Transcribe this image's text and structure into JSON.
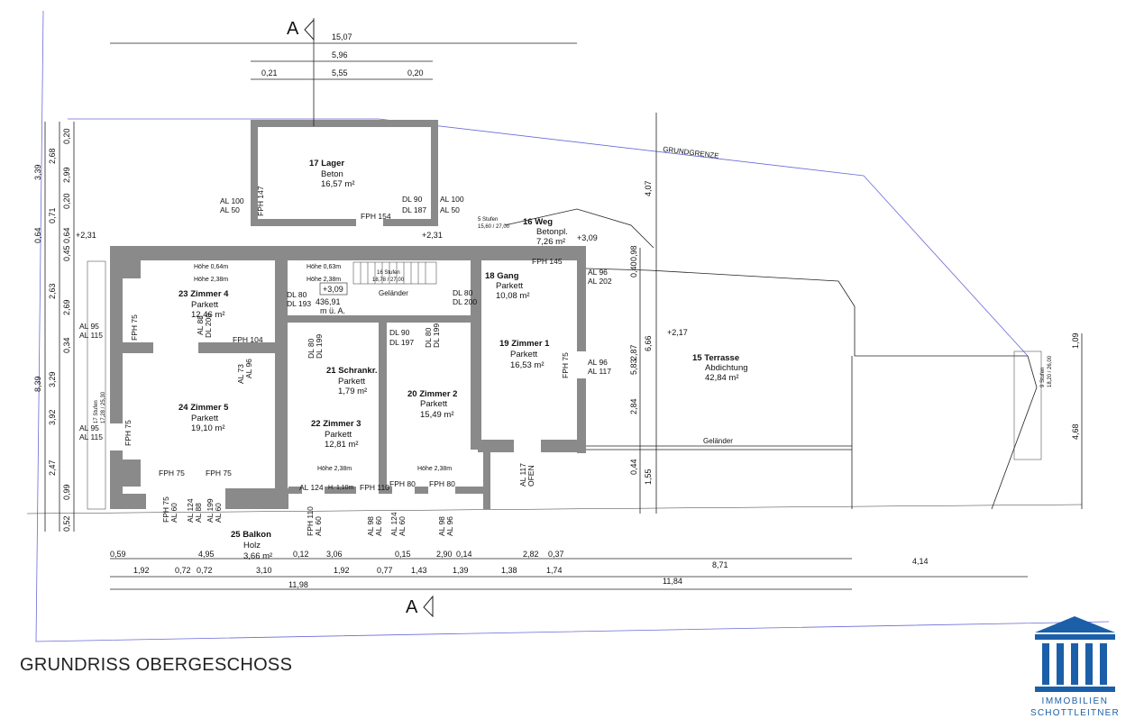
{
  "title": "GRUNDRISS OBERGESCHOSS",
  "logo": {
    "line1": "IMMOBILIEN",
    "line2": "SCHOTTLEITNER",
    "color": "#1b5fa8",
    "icon": "temple-columns-icon"
  },
  "section_marker": "A",
  "property_line_label": "GRUNDGRENZE",
  "railing_label": "Geländer",
  "rooms": [
    {
      "num": "17",
      "name": "Lager",
      "floor": "Beton",
      "area": "16,57 m²"
    },
    {
      "num": "16",
      "name": "Weg",
      "floor": "Betonpl.",
      "area": "7,26 m²"
    },
    {
      "num": "18",
      "name": "Gang",
      "floor": "Parkett",
      "area": "10,08 m²"
    },
    {
      "num": "23",
      "name": "Zimmer 4",
      "floor": "Parkett",
      "area": "12,46 m²"
    },
    {
      "num": "19",
      "name": "Zimmer 1",
      "floor": "Parkett",
      "area": "16,53 m²"
    },
    {
      "num": "15",
      "name": "Terrasse",
      "floor": "Abdichtung",
      "area": "42,84 m²"
    },
    {
      "num": "21",
      "name": "Schrankr.",
      "floor": "Parkett",
      "area": "1,79 m²"
    },
    {
      "num": "20",
      "name": "Zimmer 2",
      "floor": "Parkett",
      "area": "15,49 m²"
    },
    {
      "num": "24",
      "name": "Zimmer 5",
      "floor": "Parkett",
      "area": "19,10 m²"
    },
    {
      "num": "22",
      "name": "Zimmer 3",
      "floor": "Parkett",
      "area": "12,81 m²"
    },
    {
      "num": "25",
      "name": "Balkon",
      "floor": "Holz",
      "area": "3,66 m²"
    }
  ],
  "levels": [
    "+2,31",
    "+2,31",
    "+3,09",
    "+2,17",
    "+3,09"
  ],
  "level_note": [
    "436,91",
    "m ü. A."
  ],
  "stairs": [
    "16 Stufen",
    "18,78 / 27,00",
    "17 Stufen",
    "17,28 / 25,30",
    "5 Stufen",
    "15,60 / 27,00",
    "9 Stufen",
    "18,20 / 26,00"
  ],
  "heights": [
    "Höhe 0,64m",
    "Höhe 2,38m",
    "Höhe 0,63m",
    "Höhe 2,38m",
    "Höhe 2,38m",
    "Höhe 2,38m",
    "H. 1,10m"
  ],
  "openings": [
    "AL 100",
    "AL 50",
    "FPH 147",
    "FPH 154",
    "DL 90",
    "DL 187",
    "AL 100",
    "AL 50",
    "DL 80",
    "DL 193",
    "DL 80",
    "DL 200",
    "FPH 145",
    "AL 96",
    "AL 202",
    "AL 95",
    "AL 115",
    "FPH 75",
    "FPH 104",
    "AL 88",
    "DL 200",
    "DL 80",
    "DL 199",
    "DL 90",
    "DL 197",
    "DL 80",
    "DL 199",
    "AL 73",
    "AL 96",
    "AL 96",
    "AL 117",
    "FPH 75",
    "AL 95",
    "AL 115",
    "FPH 75",
    "FPH 75",
    "FPH 75",
    "FPH 75",
    "AL 60",
    "AL 124",
    "AL 88",
    "AL 199",
    "AL 60",
    "AL 124",
    "FPH 110",
    "FPH 80",
    "FPH 80",
    "FPH 110",
    "AL 60",
    "AL 98",
    "AL 60",
    "AL 124",
    "AL 60",
    "AL 98",
    "AL 96",
    "AL 117",
    "OFEN"
  ],
  "dims_top": [
    "15,07",
    "5,96",
    "0,21",
    "5,55",
    "0,20"
  ],
  "dims_left": [
    "3,39",
    "2,68",
    "0,20",
    "2,99",
    "0,20",
    "0,71",
    "0,64",
    "0,64",
    "0,45",
    "2,63",
    "2,69",
    "0,34",
    "8,39",
    "3,29",
    "3,92",
    "2,47",
    "0,99",
    "0,52"
  ],
  "dims_bottom_row1": [
    "0,59",
    "4,95",
    "0,12",
    "3,06",
    "0,15",
    "2,90",
    "0,14",
    "2,82",
    "0,37"
  ],
  "dims_bottom_row2": [
    "1,92",
    "0,72",
    "0,72",
    "3,10",
    "1,92",
    "0,77",
    "1,43",
    "1,39",
    "1,38",
    "1,74",
    "8,71",
    "4,14"
  ],
  "dims_bottom_row3": [
    "11,98",
    "11,84"
  ],
  "dims_right": [
    "4,07",
    "0,98",
    "0,40",
    "2,87",
    "5,83",
    "6,66",
    "2,84",
    "0,44",
    "1,55",
    "1,09",
    "4,68"
  ]
}
